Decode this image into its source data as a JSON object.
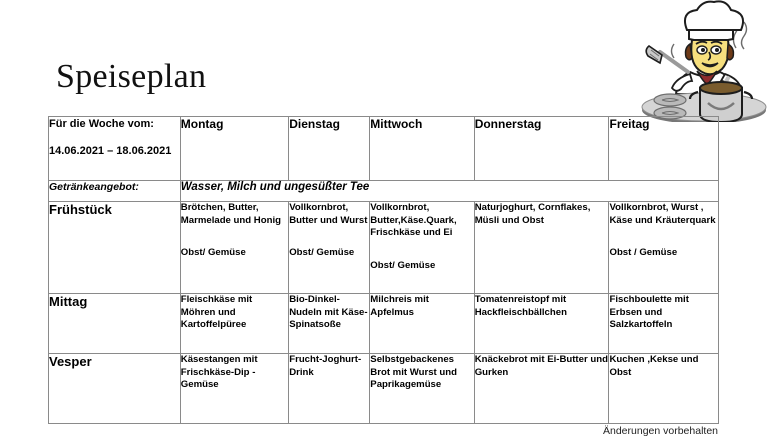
{
  "page": {
    "title": "Speiseplan",
    "footer_note": "Änderungen vorbehalten",
    "accent_green": "#2e9b3c",
    "border_color": "#8a8a8a"
  },
  "illustration": {
    "name": "chef-cooking-clipart",
    "description": "Cartoon chef with chef hat stirring a pot on a stove holding a spatula"
  },
  "table": {
    "header": {
      "week_label": "Für die Woche vom:",
      "week_dates": "14.06.2021 – 18.06.2021",
      "days": [
        "Montag",
        "Dienstag",
        "Mittwoch",
        "Donnerstag",
        "Freitag"
      ]
    },
    "drinks": {
      "label": "Getränkeangebot:",
      "value": "Wasser, Milch und ungesüßter Tee"
    },
    "meals": [
      {
        "name": "Frühstück",
        "cells": [
          {
            "main": "Brötchen, Butter, Marmelade und Honig",
            "sub": "Obst/ Gemüse"
          },
          {
            "main": "Vollkornbrot, Butter und Wurst",
            "sub": "Obst/ Gemüse"
          },
          {
            "main": "Vollkornbrot, Butter,Käse.Quark, Frischkäse und Ei",
            "sub": "Obst/ Gemüse"
          },
          {
            "main": "Naturjoghurt, Cornflakes, Müsli und Obst",
            "sub": ""
          },
          {
            "main": "Vollkornbrot, Wurst , Käse und Kräuterquark",
            "sub": "Obst / Gemüse"
          }
        ]
      },
      {
        "name": "Mittag",
        "cells": [
          {
            "main": "Fleischkäse mit Möhren und Kartoffelpüree",
            "sub": ""
          },
          {
            "main": "Bio-Dinkel-Nudeln mit Käse-Spinatsoße",
            "sub": ""
          },
          {
            "main": "Milchreis mit Apfelmus",
            "sub": ""
          },
          {
            "main": "Tomatenreistopf mit Hackfleischbällchen",
            "sub": ""
          },
          {
            "main": "Fischboulette mit Erbsen und Salzkartoffeln",
            "sub": ""
          }
        ]
      },
      {
        "name": "Vesper",
        "cells": [
          {
            "main": "Käsestangen mit  Frischkäse-Dip - Gemüse",
            "sub": ""
          },
          {
            "main": "Frucht-Joghurt-Drink",
            "sub": ""
          },
          {
            "main": "Selbstgebackenes Brot mit Wurst und Paprikagemüse",
            "sub": ""
          },
          {
            "main": " Knäckebrot mit Ei-Butter und Gurken",
            "sub": ""
          },
          {
            "main": "Kuchen ,Kekse und Obst",
            "sub": ""
          }
        ]
      }
    ]
  }
}
